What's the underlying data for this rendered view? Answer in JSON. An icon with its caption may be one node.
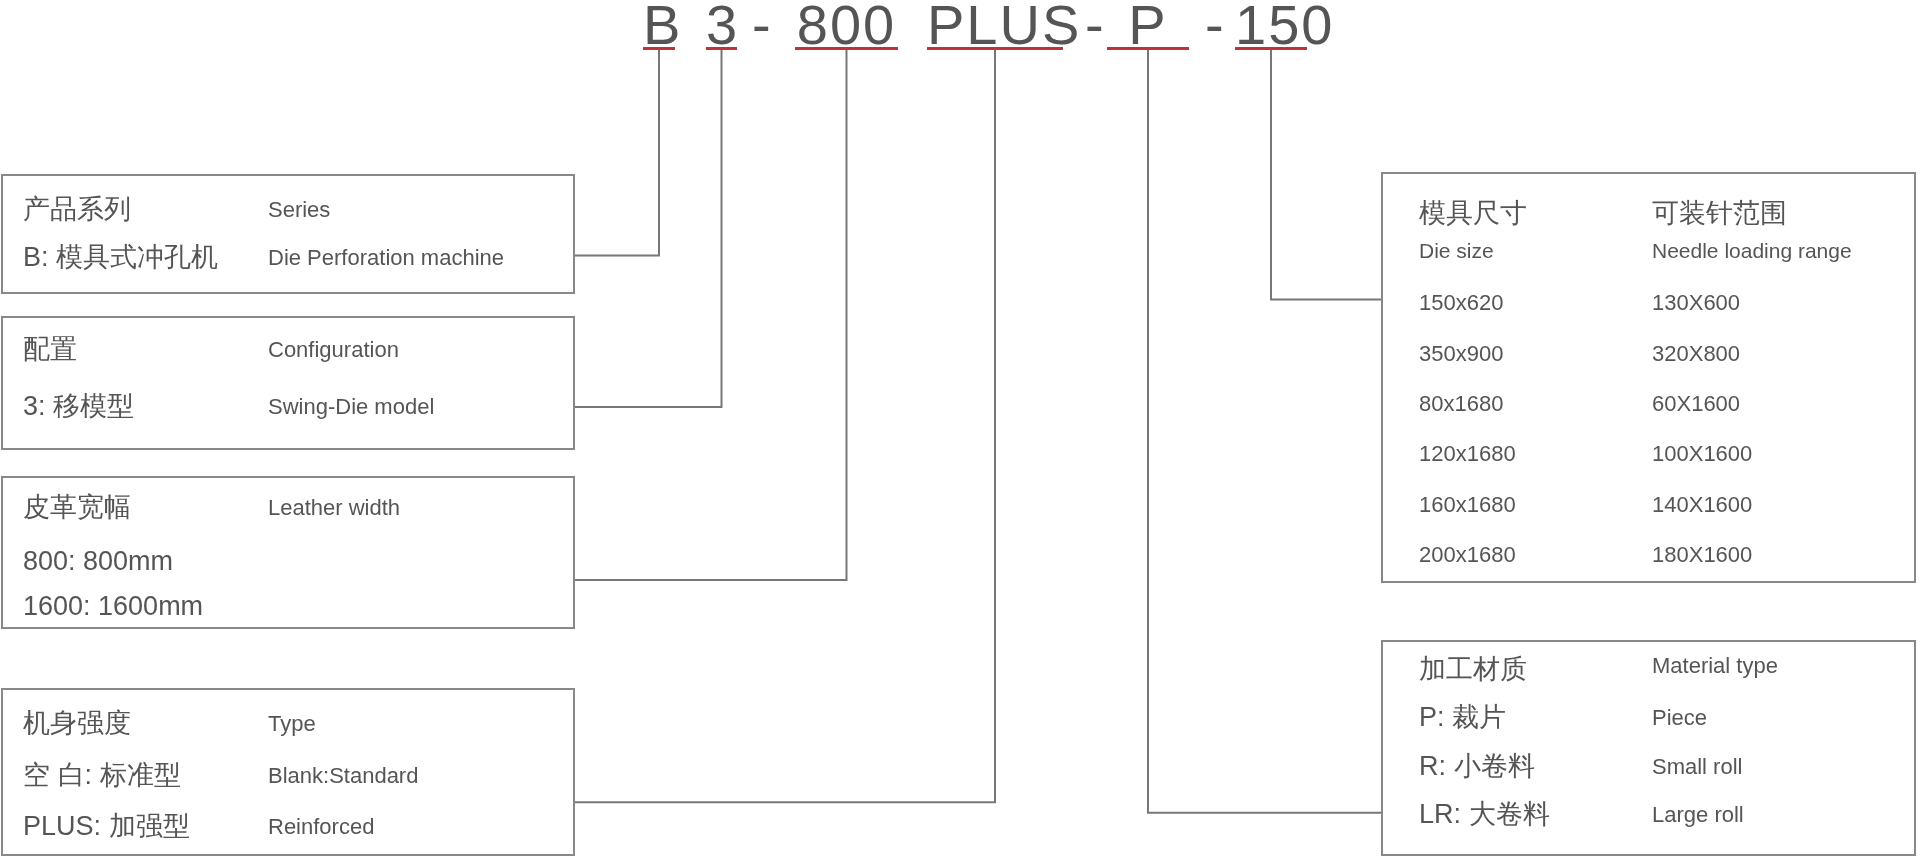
{
  "diagram": {
    "nodes": [
      {
        "text": [
          "B"
        ]
      },
      {
        "text": [
          "3"
        ]
      },
      {
        "text": [
          "800"
        ]
      },
      {
        "text": [
          "PLUS"
        ]
      },
      {
        "text": [
          "P"
        ]
      },
      {
        "text": [
          "150"
        ]
      },
      {
        "text": [
          "产品系列",
          "Series",
          "B: 模具式冲孔机",
          "Die Perforation machine"
        ]
      },
      {
        "text": [
          "配置",
          "Configuration",
          "3: 移模型",
          "Swing-Die model"
        ]
      },
      {
        "text": [
          "皮革宽幅",
          "Leather width",
          "800: 800mm",
          "1600: 1600mm"
        ]
      },
      {
        "text": [
          "机身强度",
          "Type",
          "空 白: 标准型",
          "Blank:Standard",
          "PLUS: 加强型",
          "Reinforced"
        ]
      },
      {
        "text": [
          "模具尺寸",
          "可装针范围",
          "Die size",
          "Needle loading range",
          "150x620",
          "130X600",
          "350x900",
          "320X800",
          "80x1680",
          "60X1600",
          "120x1680",
          "100X1600",
          "160x1680",
          "140X1600",
          "200x1680",
          "180X1600"
        ]
      },
      {
        "text": [
          "加工材质",
          "Material type",
          "P: 裁片",
          "Piece",
          "R: 小卷料",
          "Small roll",
          "LR: 大卷料",
          "Large roll"
        ]
      }
    ],
    "edges": [
      {
        "from": 6,
        "to": 0,
        "arrow": "none"
      },
      {
        "from": 7,
        "to": 1,
        "arrow": "none"
      },
      {
        "from": 8,
        "to": 2,
        "arrow": "none"
      },
      {
        "from": 9,
        "to": 3,
        "arrow": "none"
      },
      {
        "from": 10,
        "to": 5,
        "arrow": "none"
      },
      {
        "from": 11,
        "to": 4,
        "arrow": "none"
      }
    ],
    "labels": [
      "-",
      "-",
      "-"
    ]
  }
}
